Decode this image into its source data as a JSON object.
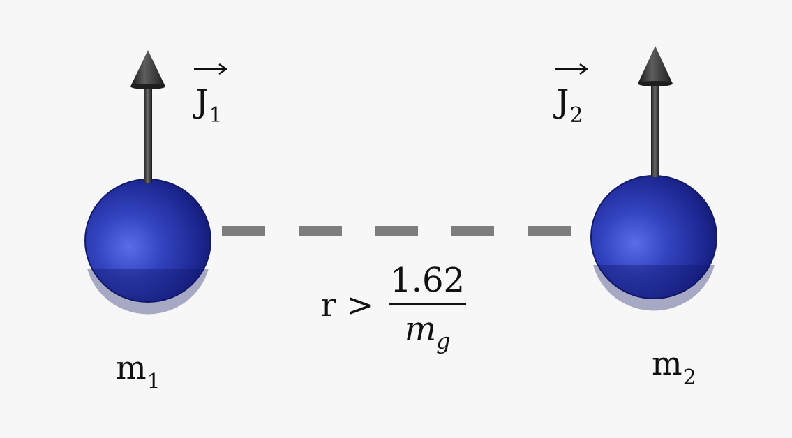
{
  "vectors": [
    {
      "symbol": "J",
      "subscript": "1"
    },
    {
      "symbol": "J",
      "subscript": "2"
    }
  ],
  "masses": [
    {
      "symbol": "m",
      "subscript": "1"
    },
    {
      "symbol": "m",
      "subscript": "2"
    }
  ],
  "condition": {
    "lhs": "r >",
    "numerator": "1.62",
    "denominator_symbol": "m",
    "denominator_subscript": "g"
  },
  "colors": {
    "sphere": "#1e2796",
    "arrow": "#2f2f2f",
    "dash": "#7d7d7d",
    "background": "#f7f7f7"
  }
}
